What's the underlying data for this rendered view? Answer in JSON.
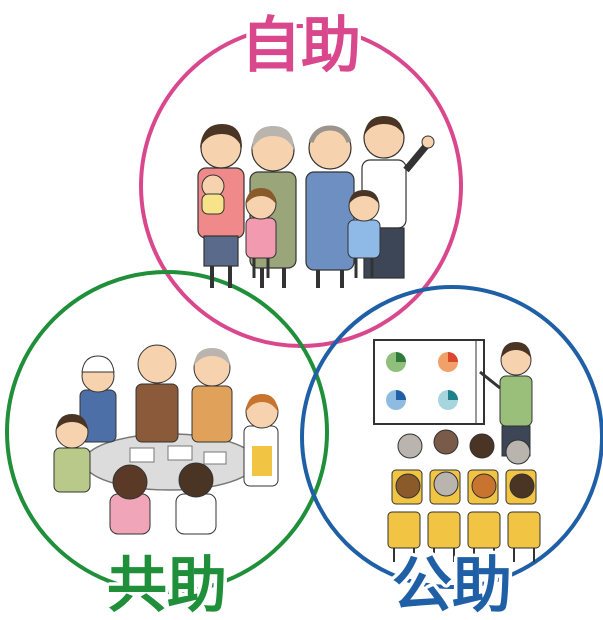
{
  "labels": {
    "self_help": "自助",
    "mutual_help": "共助",
    "public_help": "公助"
  },
  "colors": {
    "self_help": "#d9488d",
    "mutual_help": "#1f8f3a",
    "public_help": "#1f5fa6",
    "skin": "#f6d2ae",
    "hair_dark": "#4a3424",
    "hair_gray": "#b9b4ad",
    "hair_brown": "#8a5a2b",
    "chair_yellow": "#f2c443",
    "table_gray": "#dcdcdc",
    "board_bg": "#ffffff"
  },
  "icons": {
    "family": "family-group-icon",
    "meeting": "community-meeting-icon",
    "seminar": "public-seminar-icon"
  }
}
